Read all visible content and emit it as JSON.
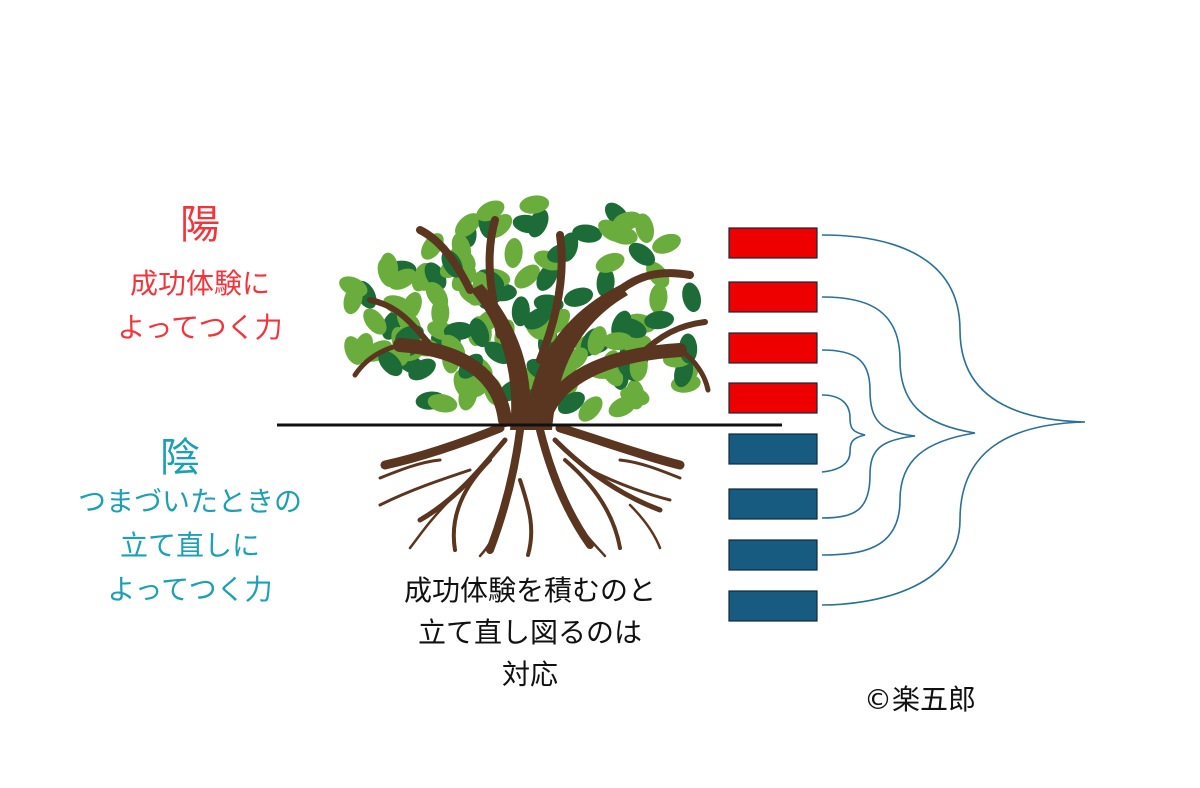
{
  "yang": {
    "title": "陽",
    "line1": "成功体験に",
    "line2": "よってつく力",
    "color": "#f2353c"
  },
  "yin": {
    "title": "陰",
    "line1": "つまづいたときの",
    "line2": "立て直しに",
    "line3": "よってつく力",
    "color": "#1ea0b4"
  },
  "center": {
    "line1": "成功体験を積むのと",
    "line2": "立て直し図るのは",
    "line3": "対応"
  },
  "copyright": "©楽五郎",
  "bars": {
    "red_count": 4,
    "blue_count": 4,
    "red_color": "#ee0000",
    "blue_color": "#175c80"
  },
  "tree": {
    "leaf_light": "#6aad3c",
    "leaf_dark": "#1d6b36",
    "trunk": "#5a3520"
  }
}
